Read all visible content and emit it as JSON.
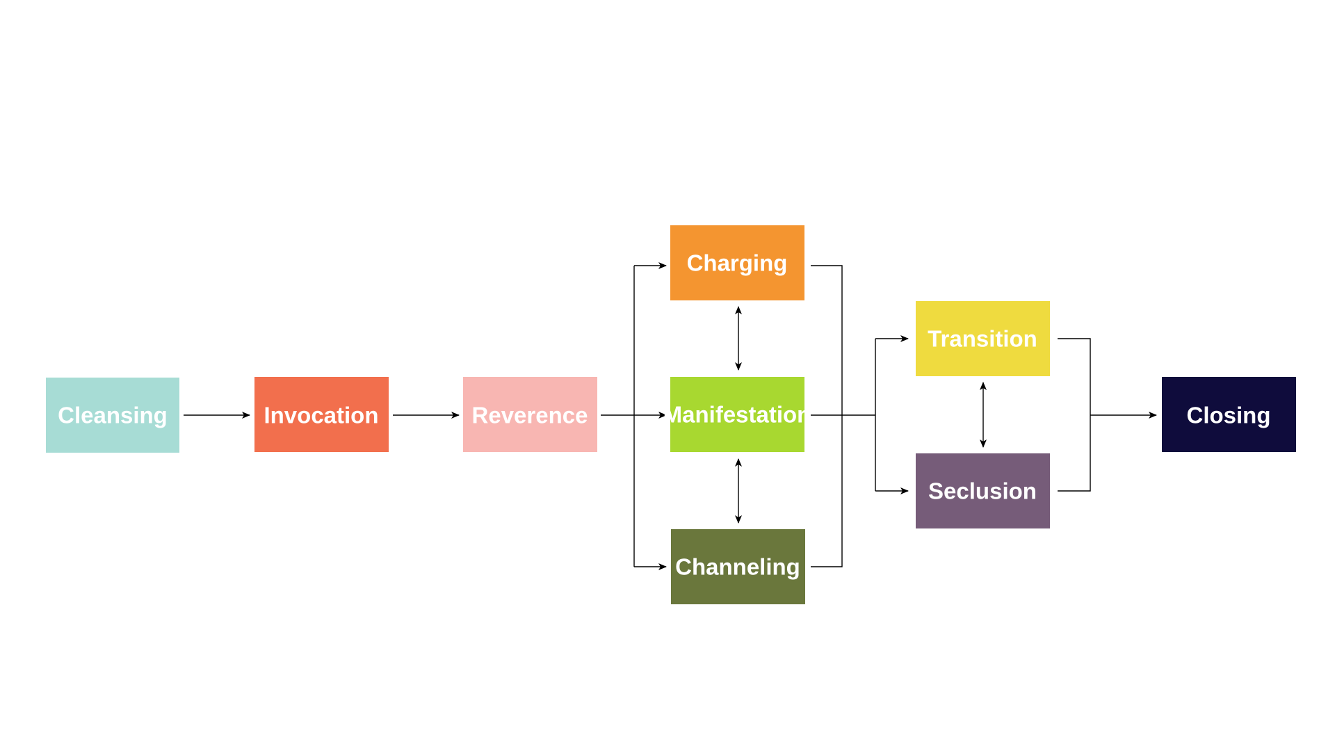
{
  "diagram": {
    "nodes": {
      "cleansing": {
        "label": "Cleansing",
        "color": "#a7dcd5"
      },
      "invocation": {
        "label": "Invocation",
        "color": "#f26f4d"
      },
      "reverence": {
        "label": "Reverence",
        "color": "#f8b6b2"
      },
      "charging": {
        "label": "Charging",
        "color": "#f49530"
      },
      "manifestation": {
        "label": "Manifestation",
        "color": "#a8d830"
      },
      "channeling": {
        "label": "Channeling",
        "color": "#6a773c"
      },
      "transition": {
        "label": "Transition",
        "color": "#efdb3f"
      },
      "seclusion": {
        "label": "Seclusion",
        "color": "#765c79"
      },
      "closing": {
        "label": "Closing",
        "color": "#0f0c3c"
      }
    },
    "edges": [
      {
        "from": "cleansing",
        "to": "invocation",
        "direction": "forward"
      },
      {
        "from": "invocation",
        "to": "reverence",
        "direction": "forward"
      },
      {
        "from": "reverence",
        "to": "charging",
        "direction": "forward"
      },
      {
        "from": "reverence",
        "to": "manifestation",
        "direction": "forward"
      },
      {
        "from": "reverence",
        "to": "channeling",
        "direction": "forward"
      },
      {
        "from": "charging",
        "to": "manifestation",
        "direction": "both"
      },
      {
        "from": "manifestation",
        "to": "channeling",
        "direction": "both"
      },
      {
        "from": "charging",
        "to": "transition",
        "direction": "forward"
      },
      {
        "from": "manifestation",
        "to": "transition",
        "direction": "forward"
      },
      {
        "from": "channeling",
        "to": "transition",
        "direction": "forward"
      },
      {
        "from": "charging",
        "to": "seclusion",
        "direction": "forward"
      },
      {
        "from": "manifestation",
        "to": "seclusion",
        "direction": "forward"
      },
      {
        "from": "channeling",
        "to": "seclusion",
        "direction": "forward"
      },
      {
        "from": "transition",
        "to": "seclusion",
        "direction": "both"
      },
      {
        "from": "transition",
        "to": "closing",
        "direction": "forward"
      },
      {
        "from": "seclusion",
        "to": "closing",
        "direction": "forward"
      }
    ]
  }
}
